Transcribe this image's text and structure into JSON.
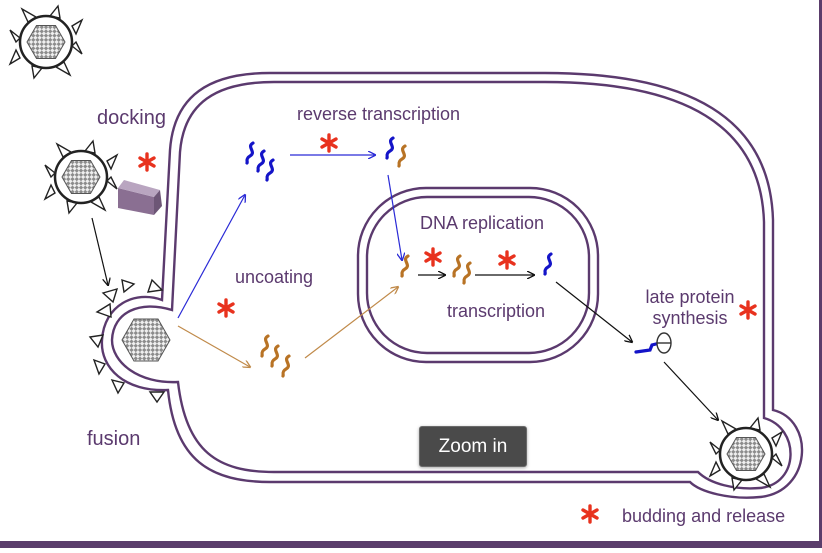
{
  "labels": {
    "docking": "docking",
    "reverse_transcription": "reverse transcription",
    "dna_replication": "DNA replication",
    "uncoating": "uncoating",
    "transcription": "transcription",
    "late_protein_synthesis": "late protein\nsynthesis",
    "fusion": "fusion",
    "budding_and_release": "budding and release"
  },
  "zoom_button": {
    "label": "Zoom in"
  },
  "colors": {
    "membrane": "#5b3a6e",
    "label_text": "#5b3a6e",
    "dna_blue": "#1414c8",
    "rna_orange": "#b87325",
    "arrow_blue": "#2a2ad6",
    "arrow_orange": "#c08a4a",
    "arrow_black": "#111111",
    "drug_target_star": "#e8321e",
    "border_bar": "#5a3d6b"
  },
  "icons": {
    "virion": "virion-icon",
    "star": "drug-target-star-icon",
    "dna_strand": "dna-strand-icon",
    "rna_strand": "rna-strand-icon",
    "ribosome": "ribosome-icon"
  }
}
